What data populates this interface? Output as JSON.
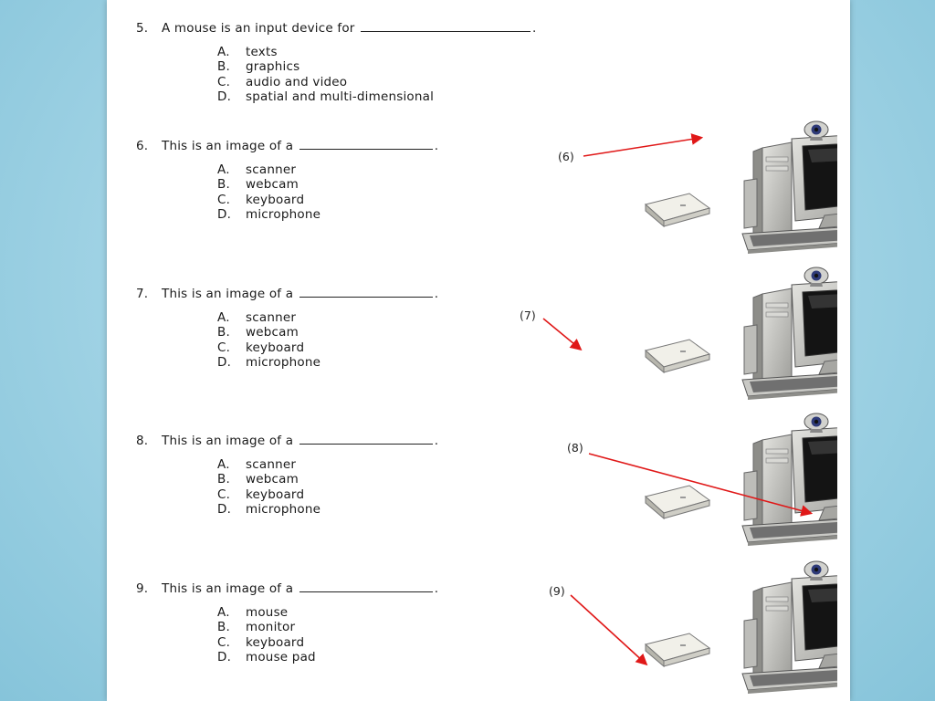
{
  "questions": [
    {
      "number": "5.",
      "stem_before": "A mouse is an input device for",
      "stem_after": ".",
      "options": [
        {
          "letter": "A.",
          "text": "texts"
        },
        {
          "letter": "B.",
          "text": "graphics"
        },
        {
          "letter": "C.",
          "text": "audio and video"
        },
        {
          "letter": "D.",
          "text": "spatial and multi-dimensional"
        }
      ]
    },
    {
      "number": "6.",
      "stem_before": "This is an image of a",
      "stem_after": ".",
      "callout": "(6)",
      "options": [
        {
          "letter": "A.",
          "text": "scanner"
        },
        {
          "letter": "B.",
          "text": "webcam"
        },
        {
          "letter": "C.",
          "text": "keyboard"
        },
        {
          "letter": "D.",
          "text": "microphone"
        }
      ]
    },
    {
      "number": "7.",
      "stem_before": "This is an image of a",
      "stem_after": ".",
      "callout": "(7)",
      "options": [
        {
          "letter": "A.",
          "text": "scanner"
        },
        {
          "letter": "B.",
          "text": "webcam"
        },
        {
          "letter": "C.",
          "text": "keyboard"
        },
        {
          "letter": "D.",
          "text": "microphone"
        }
      ]
    },
    {
      "number": "8.",
      "stem_before": "This is an image of a",
      "stem_after": ".",
      "callout": "(8)",
      "options": [
        {
          "letter": "A.",
          "text": "scanner"
        },
        {
          "letter": "B.",
          "text": "webcam"
        },
        {
          "letter": "C.",
          "text": "keyboard"
        },
        {
          "letter": "D.",
          "text": "microphone"
        }
      ]
    },
    {
      "number": "9.",
      "stem_before": "This is an image of a",
      "stem_after": ".",
      "callout": "(9)",
      "options": [
        {
          "letter": "A.",
          "text": "mouse"
        },
        {
          "letter": "B.",
          "text": "monitor"
        },
        {
          "letter": "C.",
          "text": "keyboard"
        },
        {
          "letter": "D.",
          "text": "mouse pad"
        }
      ]
    }
  ],
  "colors": {
    "background": "#9fd2e4",
    "sheet": "#ffffff",
    "arrow": "#e01818",
    "device_gray": "#b8b8b4"
  },
  "icons": [
    "computer-icon",
    "scanner-icon",
    "webcam-icon",
    "microphone-icon",
    "keyboard-icon",
    "mouse-icon"
  ]
}
